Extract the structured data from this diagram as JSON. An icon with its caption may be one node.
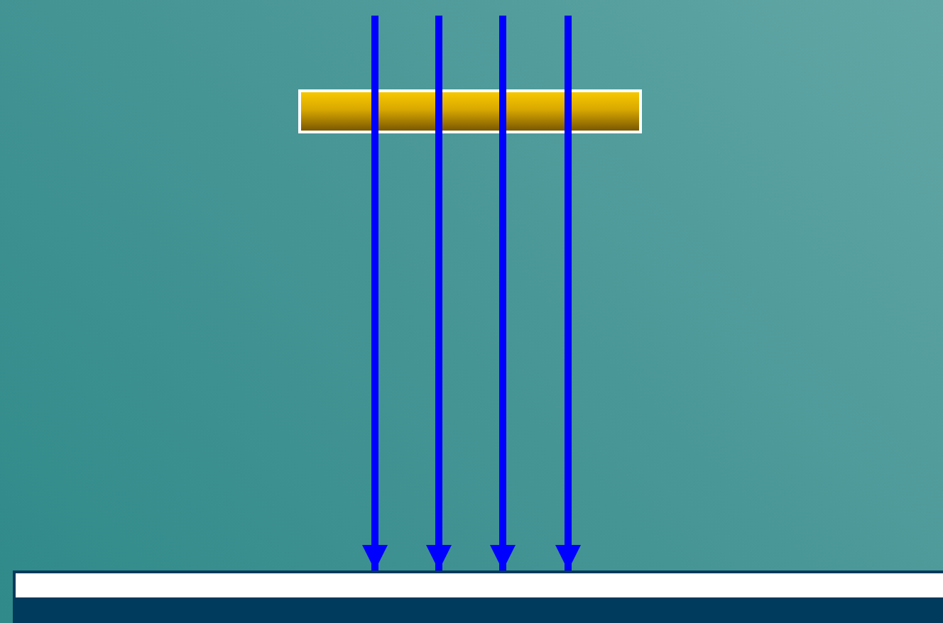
{
  "diagram": {
    "nodes": [
      {
        "text": [],
        "shape": "bar"
      },
      {
        "text": [],
        "shape": "bar"
      }
    ],
    "edges": [
      {
        "from": null,
        "to": 1,
        "arrow": "to"
      },
      {
        "from": null,
        "to": 1,
        "arrow": "to"
      },
      {
        "from": null,
        "to": 1,
        "arrow": "to"
      },
      {
        "from": null,
        "to": 1,
        "arrow": "to"
      }
    ]
  }
}
